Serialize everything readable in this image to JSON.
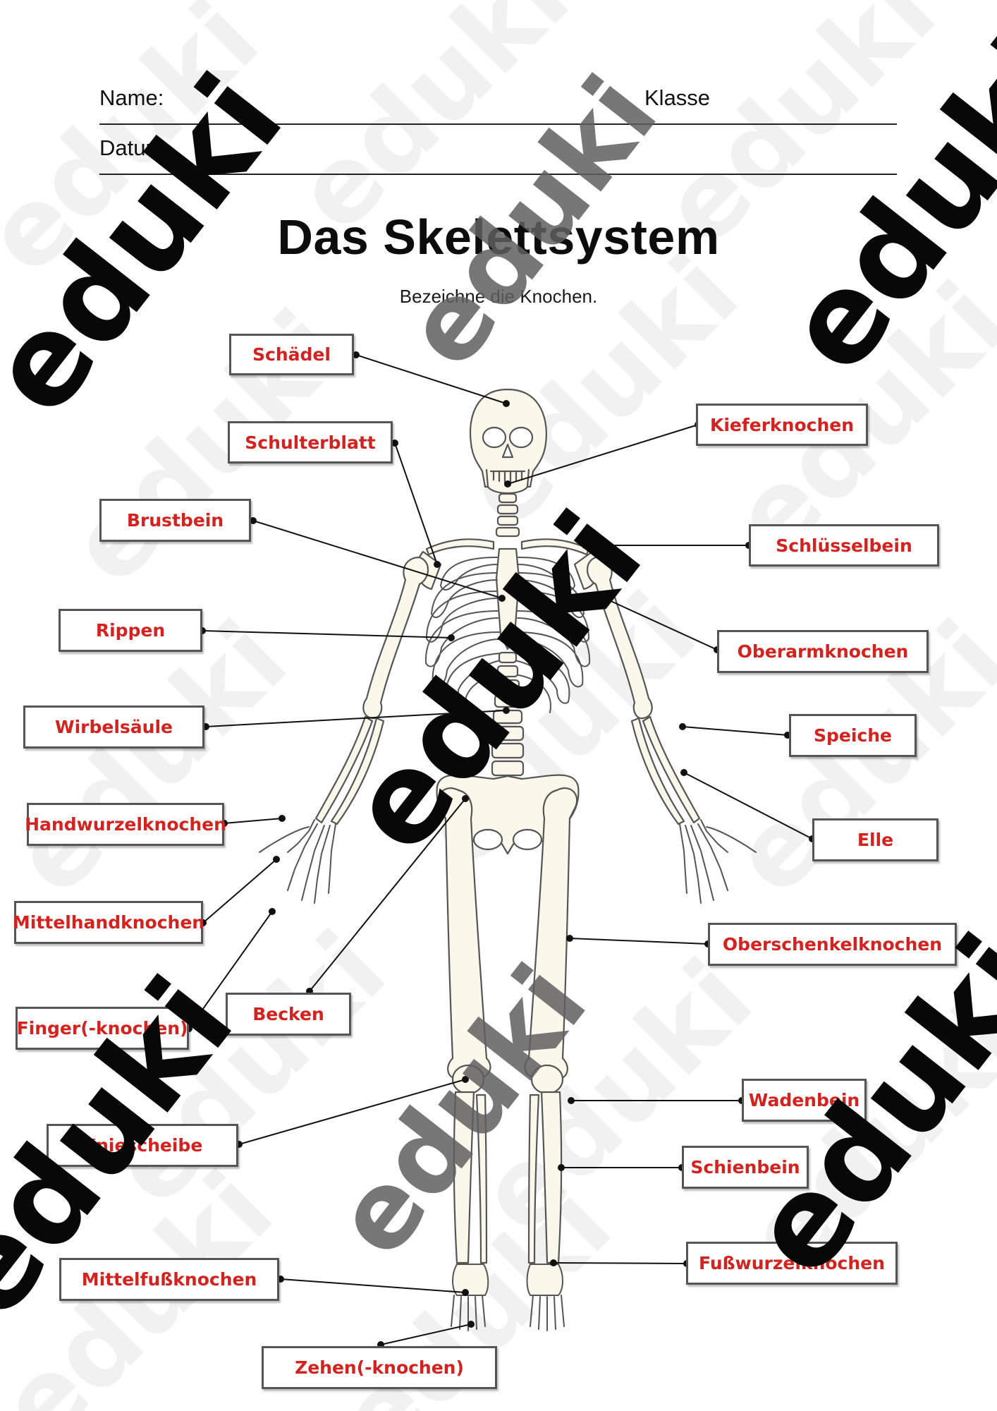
{
  "header": {
    "name_label": "Name:",
    "class_label": "Klasse",
    "date_label": "Datum:"
  },
  "title": "Das Skelettsystem",
  "subtitle": "Bezeichne die Knochen.",
  "labels": {
    "schaedel": "Schädel",
    "kieferknochen": "Kieferknochen",
    "schulterblatt": "Schulterblatt",
    "brustbein": "Brustbein",
    "schluesselbein": "Schlüsselbein",
    "rippen": "Rippen",
    "oberarmknochen": "Oberarmknochen",
    "wirbelsaeule": "Wirbelsäule",
    "speiche": "Speiche",
    "handwurzelknochen": "Handwurzelknochen",
    "elle": "Elle",
    "mittelhandknochen": "Mittelhandknochen",
    "oberschenkelknochen": "Oberschenkelknochen",
    "finger": "Finger(-knochen)",
    "becken": "Becken",
    "wadenbein": "Wadenbein",
    "kniescheibe": "Kniescheibe",
    "schienbein": "Schienbein",
    "fusswurzelknochen": "Fußwurzelknochen",
    "mittelfussknochen": "Mittelfußknochen",
    "zehen": "Zehen(-knochen)"
  },
  "watermark": "eduki",
  "colors": {
    "label_text": "#d4221f",
    "label_border": "#555555",
    "bone_outline": "#555555",
    "bone_fill": "#fbf7ea",
    "watermark_dark": "#080808",
    "watermark_light": "#e6e6e6"
  }
}
